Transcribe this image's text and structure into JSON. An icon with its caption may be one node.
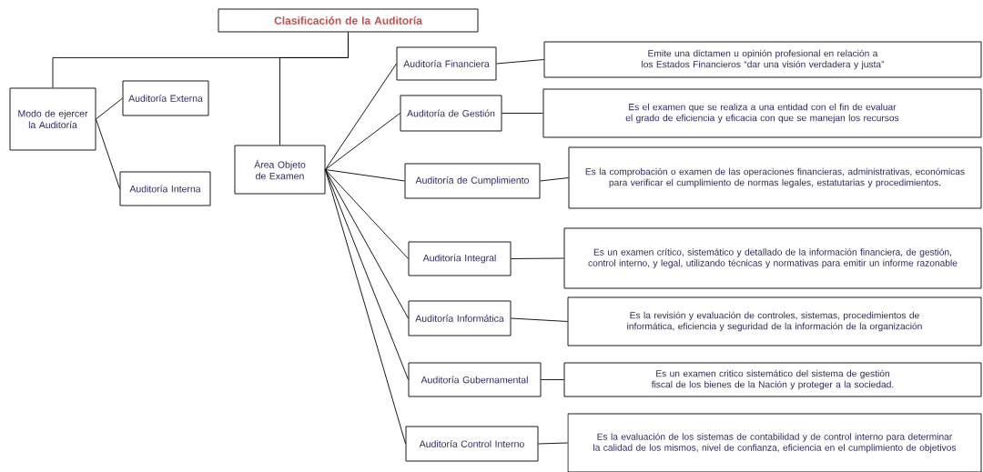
{
  "diagram": {
    "nodes": [
      {
        "text": [
          "Clasificación de la Auditoría"
        ]
      },
      {
        "text": [
          "Modo de ejercer la Auditoría"
        ]
      },
      {
        "text": [
          "Auditoría Externa"
        ]
      },
      {
        "text": [
          "Auditoría Interna"
        ]
      },
      {
        "text": [
          "Área Objeto de Examen"
        ]
      },
      {
        "text": [
          "Auditoría Financiera"
        ]
      },
      {
        "text": [
          "Emite una dictamen u opinión profesional en relación a los Estados Financieros “dar una visión verdadera y justa”"
        ]
      },
      {
        "text": [
          "Auditoría de Gestión"
        ]
      },
      {
        "text": [
          "Es el examen que se realiza a una entidad con el fin de evaluar el grado de eficiencia y eficacia con que se manejan los recursos"
        ]
      },
      {
        "text": [
          "Auditoría de Cumplimiento"
        ]
      },
      {
        "text": [
          "Es la comprobación o examen de las operaciones financieras, administrativas, económicas para verificar el cumplimiento de normas legales, estatutarias y procedimientos."
        ]
      },
      {
        "text": [
          "Auditoría Integral"
        ]
      },
      {
        "text": [
          "Es un examen crítico, sistemático y detallado de la información financiera, de gestión, control interno, y legal, utilizando técnicas y normativas para emitir un informe razonable"
        ]
      },
      {
        "text": [
          "Auditoría Informática"
        ]
      },
      {
        "text": [
          "Es la revisión y evaluación de controles, sistemas, procedimientos de informática, eficiencia y seguridad de la información de la organización"
        ]
      },
      {
        "text": [
          "Auditoría Gubernamental"
        ]
      },
      {
        "text": [
          "Es un examen critico sistemático del sistema de gestión fiscal de los bienes de la Nación y proteger a la sociedad."
        ]
      },
      {
        "text": [
          "Auditoría Control Interno"
        ]
      },
      {
        "text": [
          "Es la evaluación de los sistemas de contabilidad y de control interno para determinar la calidad de los mismos, nivel de confianza, eficiencia en el cumplimiento de objetivos"
        ]
      }
    ],
    "edges": [
      {
        "from": 0,
        "to": 1,
        "arrow": "none"
      },
      {
        "from": 0,
        "to": 4,
        "arrow": "none"
      },
      {
        "from": 1,
        "to": 2,
        "arrow": "none"
      },
      {
        "from": 1,
        "to": 3,
        "arrow": "none"
      },
      {
        "from": 4,
        "to": 5,
        "arrow": "none"
      },
      {
        "from": 4,
        "to": 7,
        "arrow": "none"
      },
      {
        "from": 4,
        "to": 9,
        "arrow": "none"
      },
      {
        "from": 4,
        "to": 11,
        "arrow": "none"
      },
      {
        "from": 4,
        "to": 13,
        "arrow": "none"
      },
      {
        "from": 4,
        "to": 15,
        "arrow": "none"
      },
      {
        "from": 4,
        "to": 17,
        "arrow": "none"
      },
      {
        "from": 5,
        "to": 6,
        "arrow": "none"
      },
      {
        "from": 7,
        "to": 8,
        "arrow": "none"
      },
      {
        "from": 9,
        "to": 10,
        "arrow": "none"
      },
      {
        "from": 11,
        "to": 12,
        "arrow": "none"
      },
      {
        "from": 13,
        "to": 14,
        "arrow": "none"
      },
      {
        "from": 15,
        "to": 16,
        "arrow": "none"
      },
      {
        "from": 17,
        "to": 18,
        "arrow": "none"
      }
    ]
  }
}
